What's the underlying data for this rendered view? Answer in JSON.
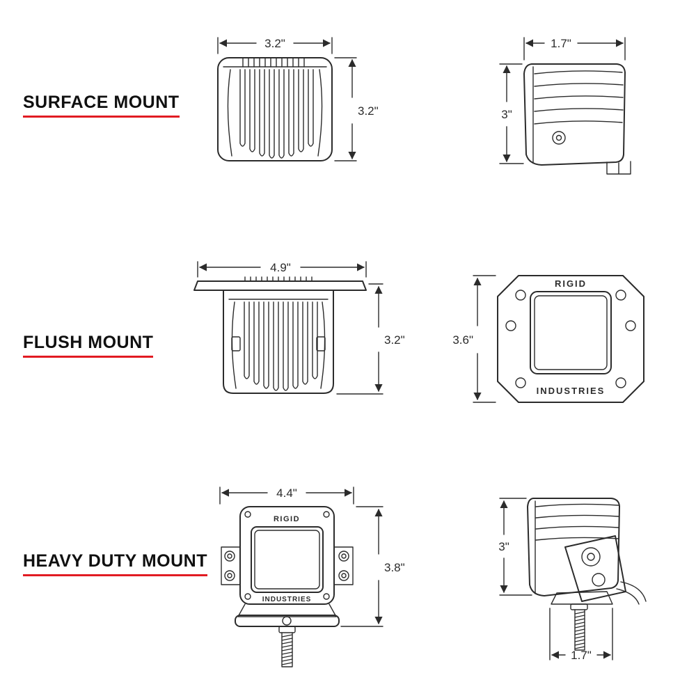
{
  "colors": {
    "line": "#2b2b2b",
    "accent_red": "#e11b22",
    "background": "#ffffff"
  },
  "brand": {
    "name_top": "RIGID",
    "name_bottom": "INDUSTRIES"
  },
  "sections": [
    {
      "label": "SURFACE MOUNT",
      "views": [
        {
          "name": "rear-view",
          "dim_width": "3.2\"",
          "dim_height": "3.2\""
        },
        {
          "name": "side-view",
          "dim_width": "1.7\"",
          "dim_height": "3\""
        }
      ]
    },
    {
      "label": "FLUSH MOUNT",
      "views": [
        {
          "name": "rear-view",
          "dim_width": "4.9\"",
          "dim_height": "3.2\""
        },
        {
          "name": "front-view",
          "dim_height": "3.6\""
        }
      ]
    },
    {
      "label": "HEAVY DUTY MOUNT",
      "views": [
        {
          "name": "front-view",
          "dim_width": "4.4\"",
          "dim_height": "3.8\""
        },
        {
          "name": "side-view",
          "dim_width": "1.7\"",
          "dim_height": "3\""
        }
      ]
    }
  ]
}
